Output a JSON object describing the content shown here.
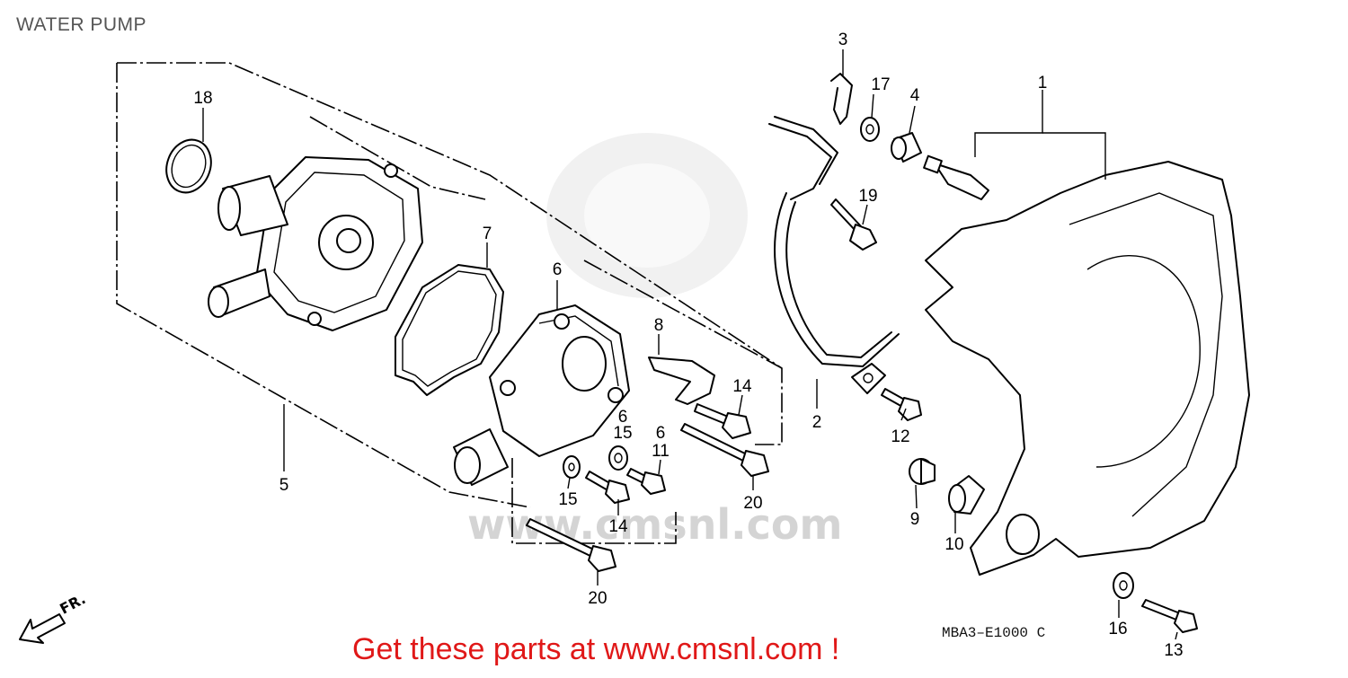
{
  "page": {
    "title": "WATER PUMP",
    "diagram_code": "MBA3–E1000 C",
    "promo_text": "Get these parts at www.cmsnl.com !",
    "direction_label": "FR.",
    "watermark_text": "www.cmsnl.com",
    "promo_color": "#e01818"
  },
  "callouts": [
    {
      "id": "c1",
      "label": "1"
    },
    {
      "id": "c2",
      "label": "2"
    },
    {
      "id": "c3",
      "label": "3"
    },
    {
      "id": "c4",
      "label": "4"
    },
    {
      "id": "c5",
      "label": "5"
    },
    {
      "id": "c6a",
      "label": "6"
    },
    {
      "id": "c6b",
      "label": "6"
    },
    {
      "id": "c6c",
      "label": "6"
    },
    {
      "id": "c7",
      "label": "7"
    },
    {
      "id": "c8",
      "label": "8"
    },
    {
      "id": "c9",
      "label": "9"
    },
    {
      "id": "c10",
      "label": "10"
    },
    {
      "id": "c11",
      "label": "11"
    },
    {
      "id": "c12",
      "label": "12"
    },
    {
      "id": "c13",
      "label": "13"
    },
    {
      "id": "c14a",
      "label": "14"
    },
    {
      "id": "c14b",
      "label": "14"
    },
    {
      "id": "c15a",
      "label": "15"
    },
    {
      "id": "c15b",
      "label": "15"
    },
    {
      "id": "c16",
      "label": "16"
    },
    {
      "id": "c17",
      "label": "17"
    },
    {
      "id": "c18",
      "label": "18"
    },
    {
      "id": "c19",
      "label": "19"
    },
    {
      "id": "c20a",
      "label": "20"
    },
    {
      "id": "c20b",
      "label": "20"
    }
  ]
}
